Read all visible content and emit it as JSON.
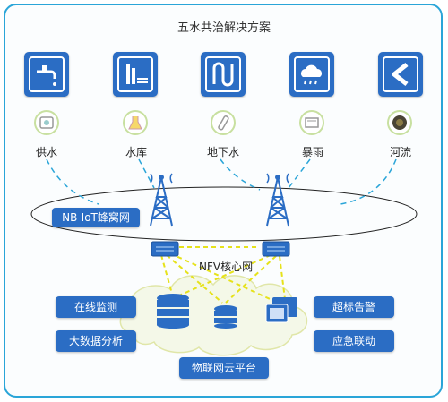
{
  "title": "五水共治解决方案",
  "categories": [
    {
      "label": "供水",
      "icon": "faucet-icon"
    },
    {
      "label": "水库",
      "icon": "reservoir-icon"
    },
    {
      "label": "地下水",
      "icon": "groundwater-icon"
    },
    {
      "label": "暴雨",
      "icon": "rain-cloud-icon"
    },
    {
      "label": "河流",
      "icon": "river-icon"
    }
  ],
  "sensors": [
    "water-meter-icon",
    "flask-icon",
    "probe-icon",
    "rain-gauge-icon",
    "sonar-icon"
  ],
  "network": {
    "nbiot_label": "NB-IoT蜂窝网",
    "core_label": "NFV核心网"
  },
  "platform": {
    "left_boxes": [
      "在线监测",
      "大数据分析"
    ],
    "right_boxes": [
      "超标告警",
      "应急联动"
    ],
    "cloud_label": "物联网云平台"
  },
  "colors": {
    "primary": "#2b6dc4",
    "frame": "#2aa5d8",
    "dashed_line": "#2aa5d8",
    "yellow_link": "#e6e21a",
    "cloud_fill": "#f4f8e8",
    "cloud_border": "#e0e6a8",
    "badge_border": "#c8e0a0"
  }
}
